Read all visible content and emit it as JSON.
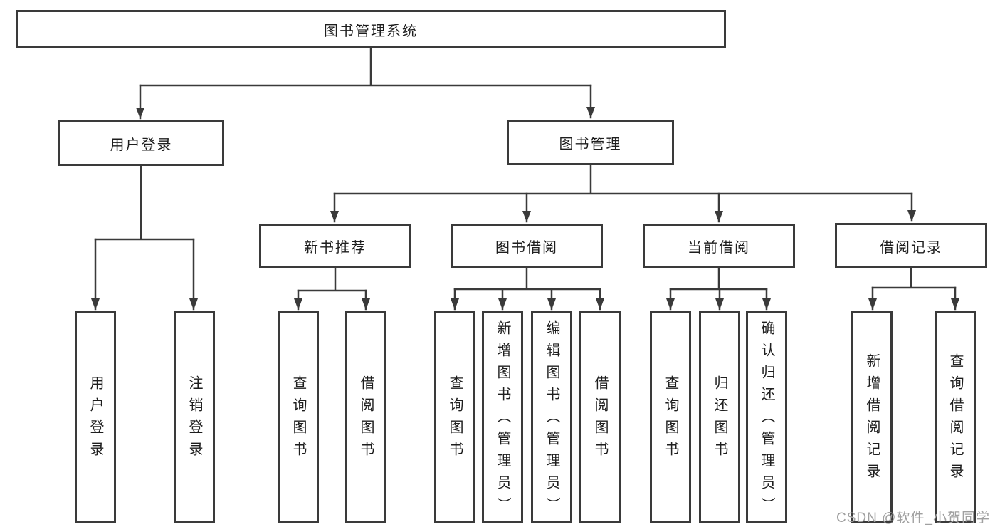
{
  "diagram_title": "图书管理系统",
  "watermark": "CSDN @软件_小贺同学",
  "colors": {
    "background": "#ffffff",
    "box_border": "#3a3a3a",
    "connector_line": "#3a3a3a",
    "text": "#1e1e1e",
    "watermark_text": "#a0a0a0"
  },
  "tree": {
    "root": {
      "label": "图书管理系统"
    },
    "branches": [
      {
        "label": "用户登录",
        "leaves": [
          {
            "label": "用户登录"
          },
          {
            "label": "注销登录"
          }
        ]
      },
      {
        "label": "图书管理",
        "groups": [
          {
            "label": "新书推荐",
            "leaves": [
              {
                "label": "查询图书"
              },
              {
                "label": "借阅图书"
              }
            ]
          },
          {
            "label": "图书借阅",
            "leaves": [
              {
                "label": "查询图书"
              },
              {
                "label": "新增图书（管理员）"
              },
              {
                "label": "编辑图书（管理员）"
              },
              {
                "label": "借阅图书"
              }
            ]
          },
          {
            "label": "当前借阅",
            "leaves": [
              {
                "label": "查询图书"
              },
              {
                "label": "归还图书"
              },
              {
                "label": "确认归还（管理员）"
              }
            ]
          },
          {
            "label": "借阅记录",
            "leaves": [
              {
                "label": "新增借阅记录"
              },
              {
                "label": "查询借阅记录"
              }
            ]
          }
        ]
      }
    ]
  }
}
